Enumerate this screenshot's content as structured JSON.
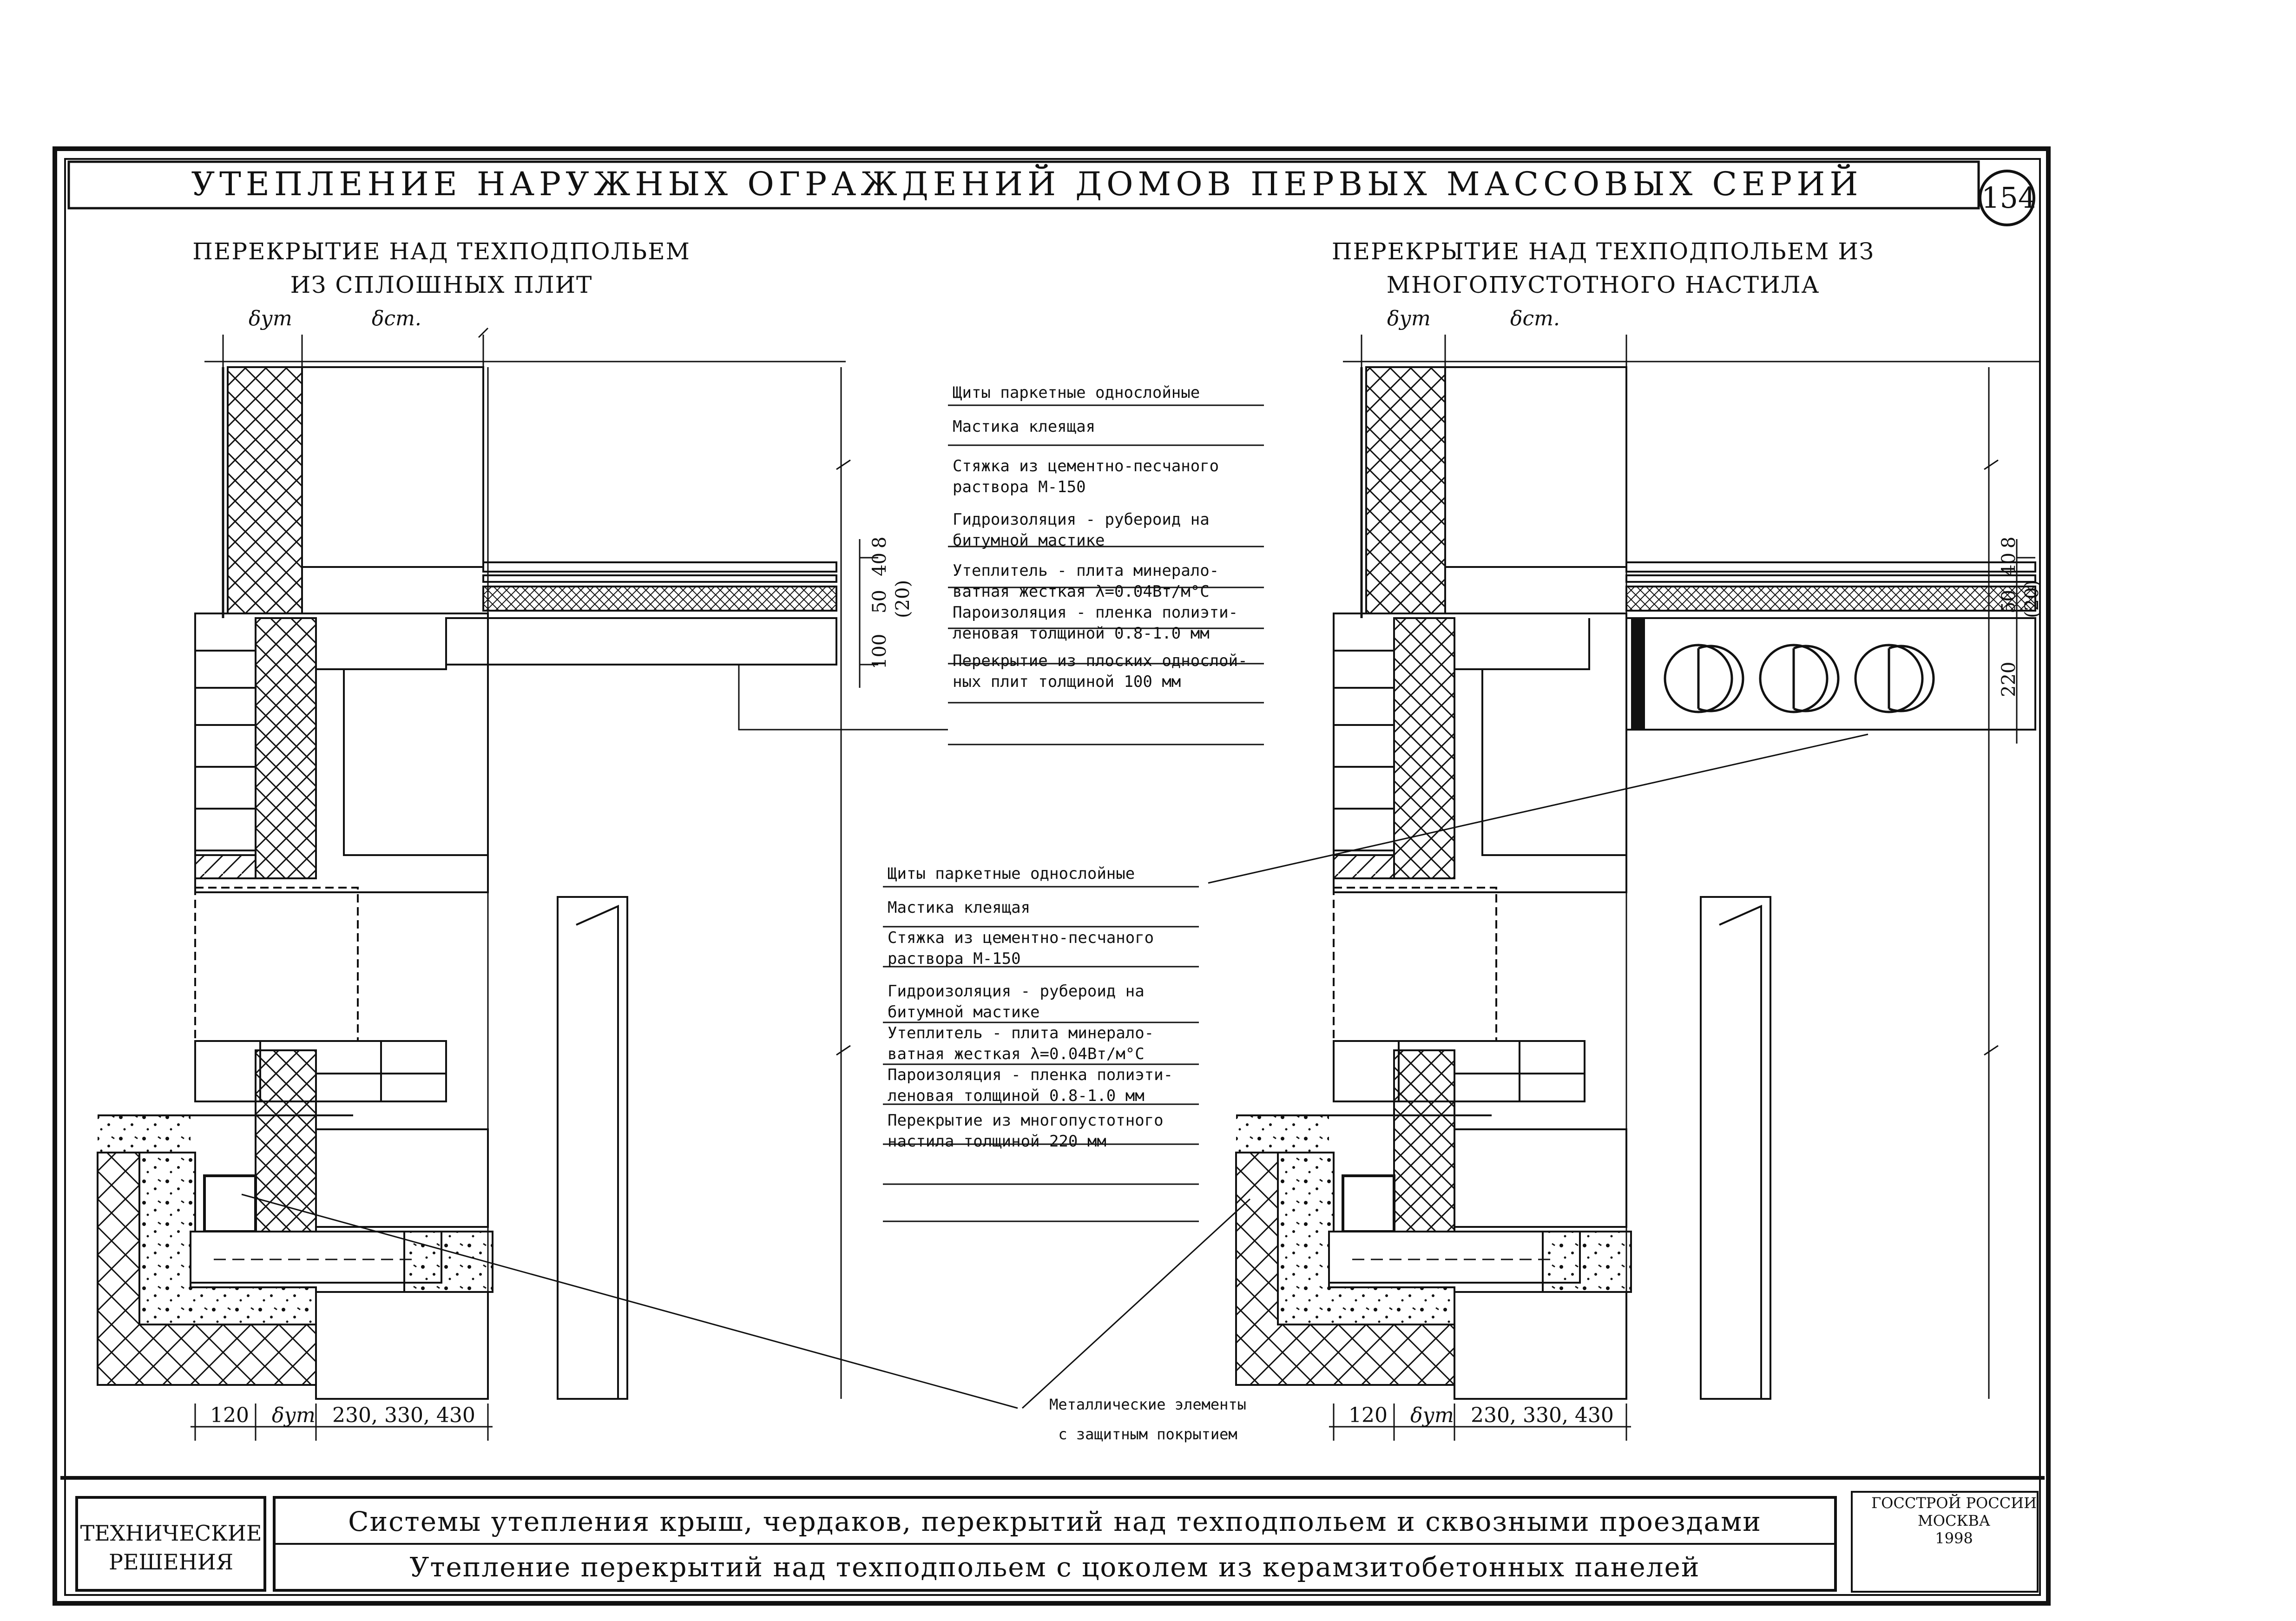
{
  "header": {
    "title": "УТЕПЛЕНИЕ НАРУЖНЫХ ОГРАЖДЕНИЙ ДОМОВ ПЕРВЫХ МАССОВЫХ СЕРИЙ",
    "sheet_number": "154"
  },
  "left_detail": {
    "title_line1": "ПЕРЕКРЫТИЕ НАД ТЕХПОДПОЛЬЕМ",
    "title_line2": "ИЗ СПЛОШНЫХ ПЛИТ",
    "dim_top_insul": "δут",
    "dim_top_wall": "δст.",
    "dim_bottom": [
      "120",
      "δут",
      "230, 330, 430"
    ],
    "dim_vert_outer": "100",
    "dim_vert_mid": "50",
    "dim_vert_inner": "40",
    "dim_vert_alt": "(20)",
    "dim_vert_top": "8"
  },
  "right_detail": {
    "title_line1": "ПЕРЕКРЫТИЕ НАД ТЕХПОДПОЛЬЕМ ИЗ",
    "title_line2": "МНОГОПУСТОТНОГО НАСТИЛА",
    "dim_top_insul": "δут",
    "dim_top_wall": "δст.",
    "dim_bottom": [
      "120",
      "δут",
      "230, 330, 430"
    ],
    "dim_vert_outer": "220",
    "dim_vert_mid": "50",
    "dim_vert_inner": "40",
    "dim_vert_alt": "(20)",
    "dim_vert_top": "8"
  },
  "legend_top": [
    "Щиты паркетные однослойные",
    "Мастика клеящая",
    "Стяжка из цементно-песчаного",
    "раствора М-150",
    "Гидроизоляция - рубероид на",
    "битумной мастике",
    "Утеплитель - плита минерало-",
    "ватная жесткая λ=0.04Вт/м°С",
    "Пароизоляция - пленка полиэти-",
    "леновая толщиной 0.8-1.0 мм",
    "Перекрытие из плоских однослой-",
    "ных плит толщиной 100 мм"
  ],
  "legend_bottom": [
    "Щиты паркетные однослойные",
    "Мастика клеящая",
    "Стяжка из цементно-песчаного",
    "раствора М-150",
    "Гидроизоляция - рубероид на",
    "битумной мастике",
    "Утеплитель - плита минерало-",
    "ватная жесткая λ=0.04Вт/м°С",
    "Пароизоляция - пленка полиэти-",
    "леновая толщиной 0.8-1.0 мм",
    "Перекрытие из многопустотного",
    "настила толщиной 220 мм"
  ],
  "metal_note": {
    "line1": "Металлические элементы",
    "line2": "с защитным покрытием"
  },
  "title_block": {
    "left_line1": "ТЕХНИЧЕСКИЕ",
    "left_line2": "РЕШЕНИЯ",
    "main_line1": "Системы утепления крыш, чердаков, перекрытий над техподпольем и сквозными проездами",
    "main_line2": "Утепление перекрытий над техподпольем с цоколем из керамзитобетонных панелей",
    "org_line1": "ГОССТРОЙ РОССИИ",
    "org_line2": "МОСКВА",
    "org_line3": "1998"
  }
}
